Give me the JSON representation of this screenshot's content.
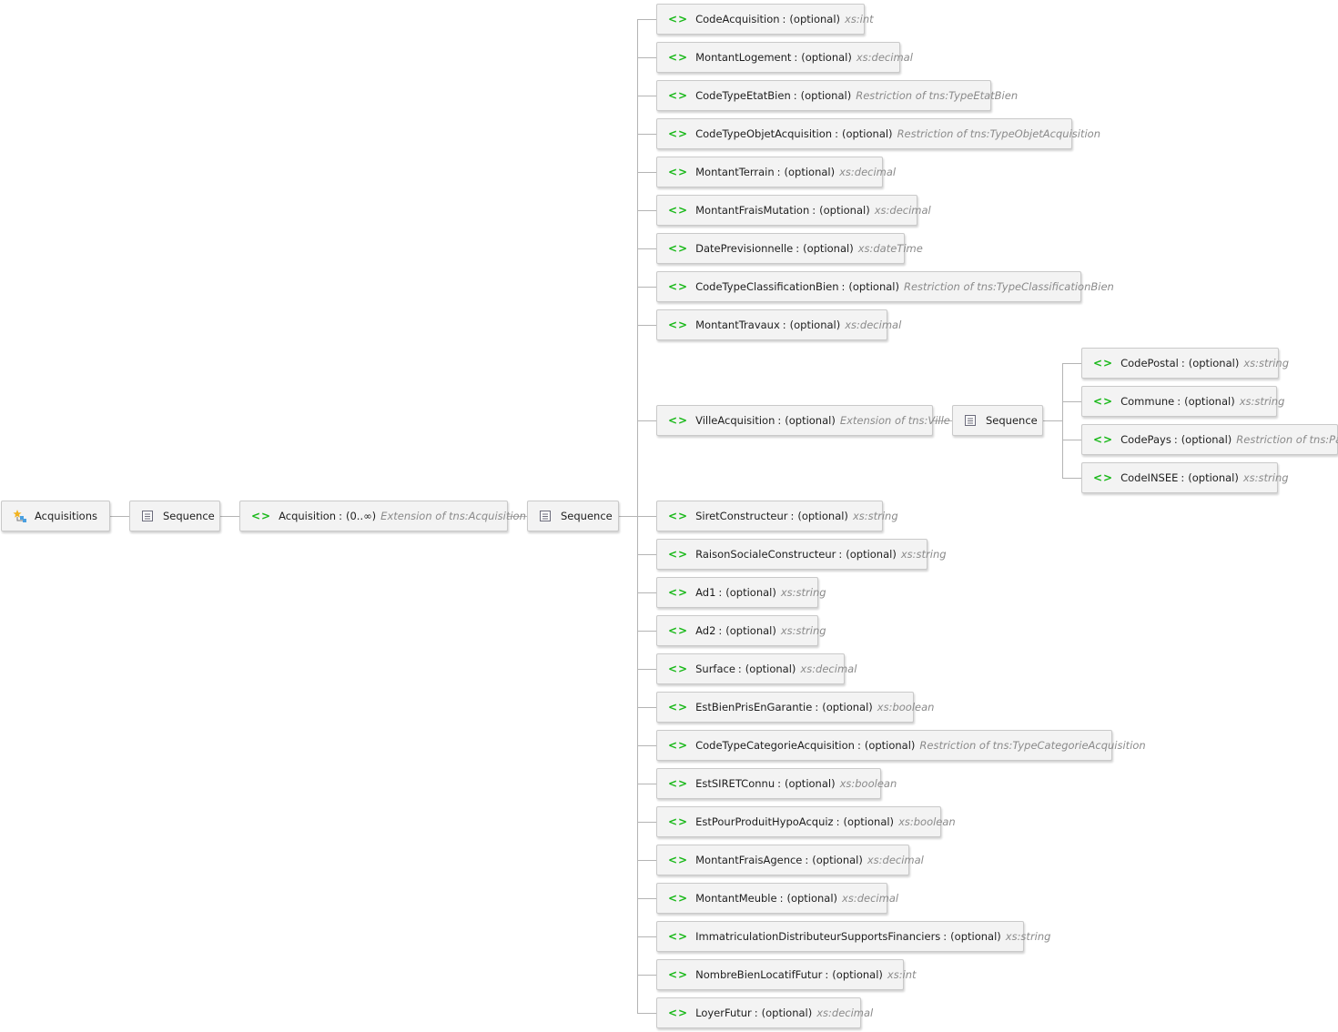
{
  "root": {
    "label": "Acquisitions",
    "icon": "root-element-icon"
  },
  "sequence_label": "Sequence",
  "acquisition": {
    "name": "Acquisition",
    "occurs": "(0..∞)",
    "type": "Extension of tns:Acquisition"
  },
  "elements": [
    {
      "name": "CodeAcquisition",
      "occurs": "(optional)",
      "type": "xs:int"
    },
    {
      "name": "MontantLogement",
      "occurs": "(optional)",
      "type": "xs:decimal"
    },
    {
      "name": "CodeTypeEtatBien",
      "occurs": "(optional)",
      "type": "Restriction of tns:TypeEtatBien"
    },
    {
      "name": "CodeTypeObjetAcquisition",
      "occurs": "(optional)",
      "type": "Restriction of tns:TypeObjetAcquisition"
    },
    {
      "name": "MontantTerrain",
      "occurs": "(optional)",
      "type": "xs:decimal"
    },
    {
      "name": "MontantFraisMutation",
      "occurs": "(optional)",
      "type": "xs:decimal"
    },
    {
      "name": "DatePrevisionnelle",
      "occurs": "(optional)",
      "type": "xs:dateTime"
    },
    {
      "name": "CodeTypeClassificationBien",
      "occurs": "(optional)",
      "type": "Restriction of tns:TypeClassificationBien"
    },
    {
      "name": "MontantTravaux",
      "occurs": "(optional)",
      "type": "xs:decimal"
    },
    {
      "name": "VilleAcquisition",
      "occurs": "(optional)",
      "type": "Extension of tns:Ville"
    },
    {
      "name": "SiretConstructeur",
      "occurs": "(optional)",
      "type": "xs:string"
    },
    {
      "name": "RaisonSocialeConstructeur",
      "occurs": "(optional)",
      "type": "xs:string"
    },
    {
      "name": "Ad1",
      "occurs": "(optional)",
      "type": "xs:string"
    },
    {
      "name": "Ad2",
      "occurs": "(optional)",
      "type": "xs:string"
    },
    {
      "name": "Surface",
      "occurs": "(optional)",
      "type": "xs:decimal"
    },
    {
      "name": "EstBienPrisEnGarantie",
      "occurs": "(optional)",
      "type": "xs:boolean"
    },
    {
      "name": "CodeTypeCategorieAcquisition",
      "occurs": "(optional)",
      "type": "Restriction of tns:TypeCategorieAcquisition"
    },
    {
      "name": "EstSIRETConnu",
      "occurs": "(optional)",
      "type": "xs:boolean"
    },
    {
      "name": "EstPourProduitHypoAcquiz",
      "occurs": "(optional)",
      "type": "xs:boolean"
    },
    {
      "name": "MontantFraisAgence",
      "occurs": "(optional)",
      "type": "xs:decimal"
    },
    {
      "name": "MontantMeuble",
      "occurs": "(optional)",
      "type": "xs:decimal"
    },
    {
      "name": "ImmatriculationDistributeurSupportsFinanciers",
      "occurs": "(optional)",
      "type": "xs:string"
    },
    {
      "name": "NombreBienLocatifFutur",
      "occurs": "(optional)",
      "type": "xs:int"
    },
    {
      "name": "LoyerFutur",
      "occurs": "(optional)",
      "type": "xs:decimal"
    }
  ],
  "ville_elements": [
    {
      "name": "CodePostal",
      "occurs": "(optional)",
      "type": "xs:string"
    },
    {
      "name": "Commune",
      "occurs": "(optional)",
      "type": "xs:string"
    },
    {
      "name": "CodePays",
      "occurs": "(optional)",
      "type": "Restriction of tns:Pays"
    },
    {
      "name": "CodeINSEE",
      "occurs": "(optional)",
      "type": "xs:string"
    }
  ],
  "colors": {
    "element_icon": "#18b818",
    "type_text": "#8a8a8a",
    "node_bg": "#f3f3f3",
    "node_border": "#c9c9c9",
    "connector": "#b4b4b4"
  }
}
